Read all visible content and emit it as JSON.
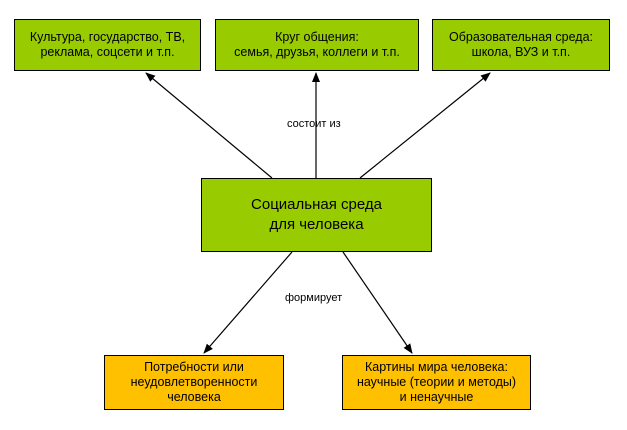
{
  "diagram": {
    "nodes": {
      "culture": {
        "text": "Культура, государство, ТВ,\nреклама, соцсети и т.п."
      },
      "circle": {
        "text": "Круг общения:\nсемья, друзья, коллеги и т.п."
      },
      "education": {
        "text": "Образовательная среда:\nшкола, ВУЗ и т.п."
      },
      "center": {
        "text": "Социальная среда\nдля человека"
      },
      "needs": {
        "text": "Потребности или\nнеудовлетворенности\nчеловека"
      },
      "worldview": {
        "text": "Картины мира человека:\nнаучные (теории и методы)\nи ненаучные"
      }
    },
    "edge_labels": {
      "consists_of": "состоит из",
      "forms": "формирует"
    },
    "edges": [
      {
        "from": "center",
        "to": "culture"
      },
      {
        "from": "center",
        "to": "circle"
      },
      {
        "from": "center",
        "to": "education"
      },
      {
        "from": "center",
        "to": "needs"
      },
      {
        "from": "center",
        "to": "worldview"
      }
    ],
    "colors": {
      "green_box": "#99cc00",
      "orange_box": "#ffc000",
      "border": "#000000",
      "arrow": "#000000"
    }
  }
}
